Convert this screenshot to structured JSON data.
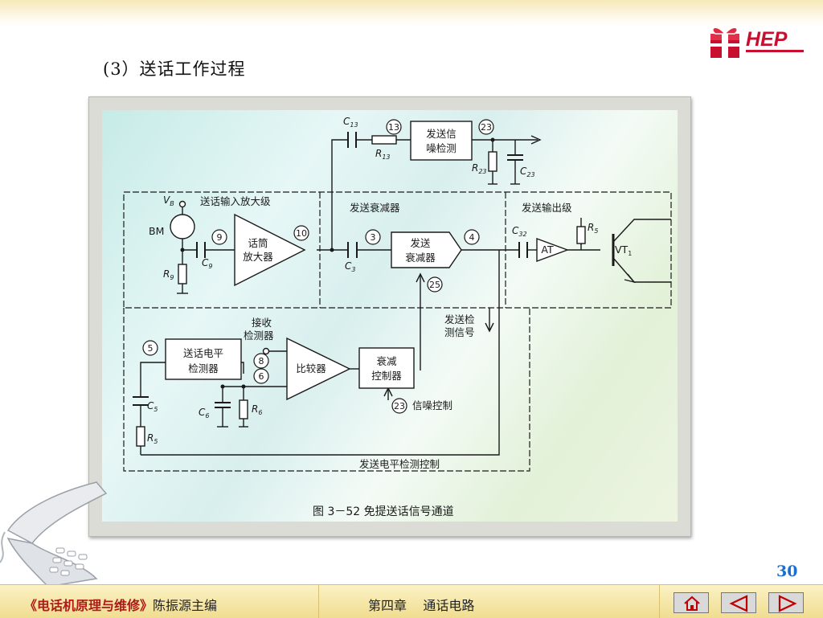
{
  "logo": {
    "text": "HEP"
  },
  "slide": {
    "title": "(3）送话工作过程"
  },
  "diagram": {
    "caption": "图 3－52    免提送话信号通道",
    "sections": {
      "input": "送话输入放大级",
      "attenuator": "发送衰减器",
      "output": "发送输出级"
    },
    "blocks": {
      "noise_detect": [
        "发送信",
        "噪检测"
      ],
      "mic_amp": [
        "话筒",
        "放大器"
      ],
      "send_atten": [
        "发送",
        "衰减器"
      ],
      "at": "AT",
      "level_detect": [
        "送话电平",
        "检测器"
      ],
      "comparator": "比较器",
      "atten_ctrl": [
        "衰减",
        "控制器"
      ]
    },
    "components": {
      "c13": "C",
      "c13_sub": "13",
      "r13": "R",
      "r13_sub": "13",
      "r23": "R",
      "r23_sub": "23",
      "c23": "C",
      "c23_sub": "23",
      "vb": "V",
      "vb_sub": "B",
      "bm": "BM",
      "c9": "C",
      "c9_sub": "9",
      "r9": "R",
      "r9_sub": "9",
      "c3": "C",
      "c3_sub": "3",
      "c32": "C",
      "c32_sub": "32",
      "r5o": "R",
      "r5o_sub": "5",
      "vt1": "VT",
      "vt1_sub": "1",
      "c5": "C",
      "c5_sub": "5",
      "r5": "R",
      "r5_sub": "5",
      "c6": "C",
      "c6_sub": "6",
      "r6": "R",
      "r6_sub": "6"
    },
    "nodes": {
      "n13": "13",
      "n23": "23",
      "n9": "9",
      "n10": "10",
      "n3": "3",
      "n4": "4",
      "n25": "25",
      "n5": "5",
      "n8": "8",
      "n6": "6",
      "n23b": "23"
    },
    "labels": {
      "recv_detect": [
        "接收",
        "检测器"
      ],
      "send_detect_signal": [
        "发送检",
        "测信号"
      ],
      "snr_control": "信噪控制",
      "send_level_ctrl": "发送电平检测控制"
    }
  },
  "page": {
    "number": "30"
  },
  "footer": {
    "book": "《电话机原理与维修》",
    "editor": "陈振源主编",
    "chapter": "第四章    通话电路"
  },
  "nav": {
    "home": "home-icon",
    "prev": "prev-arrow-icon",
    "next": "next-arrow-icon"
  },
  "colors": {
    "logo_red": "#c8102e",
    "nav_red": "#c00000",
    "page_number": "#1b6fd0"
  }
}
